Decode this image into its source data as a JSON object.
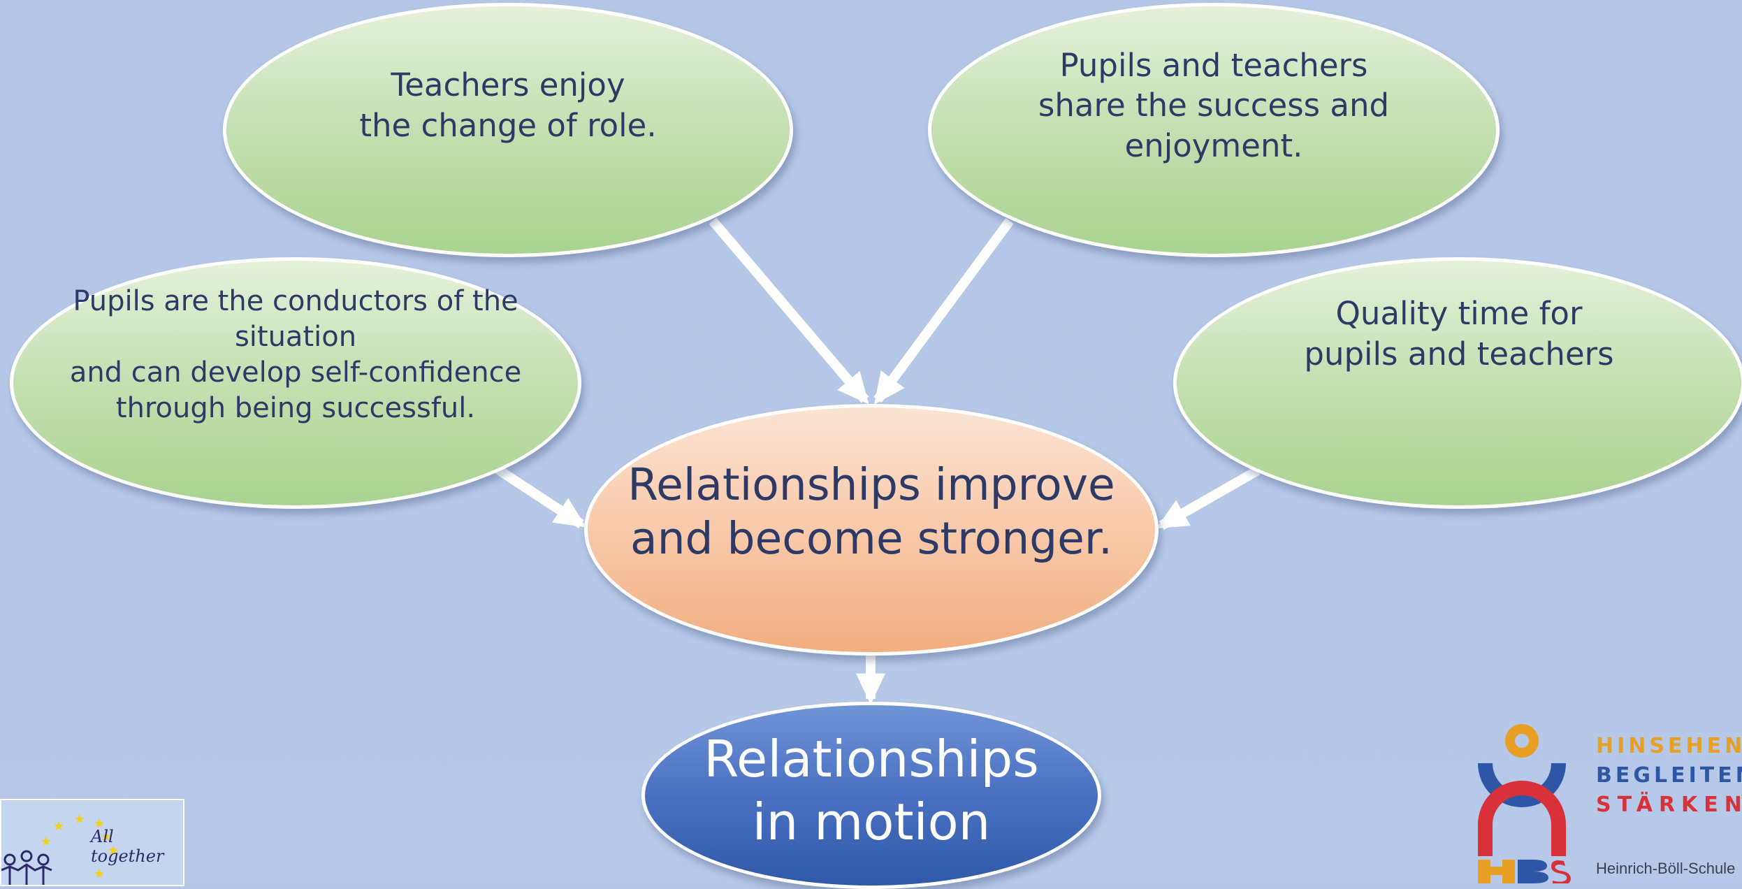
{
  "diagram": {
    "nodes": {
      "top_left": "Teachers enjoy\nthe change of role.",
      "top_right": "Pupils and teachers\nshare the success and\nenjoyment.",
      "mid_left": "Pupils are the conductors of the situation\nand can develop self-confidence\nthrough being successful.",
      "mid_right": "Quality time for\npupils and teachers",
      "center": "Relationships improve\nand become stronger.",
      "bottom": "Relationships\nin motion"
    },
    "colors": {
      "background": "#b4c6e6",
      "bubble_green": "#c6e1b5",
      "bubble_orange": "#f8c7a6",
      "bubble_blue": "#4d74c4",
      "text_dark": "#2e3a66",
      "arrow": "#ffffff"
    }
  },
  "logos": {
    "left": {
      "text": "All together",
      "icon": "people-with-eu-stars-icon"
    },
    "right": {
      "slogan_1": "HINSEHEN",
      "slogan_2": "BEGLEITEN",
      "slogan_3": "STÄRKEN",
      "school": "Heinrich-Böll-Schule",
      "mark": "HBS",
      "icon": "hbs-school-emblem-icon"
    }
  }
}
